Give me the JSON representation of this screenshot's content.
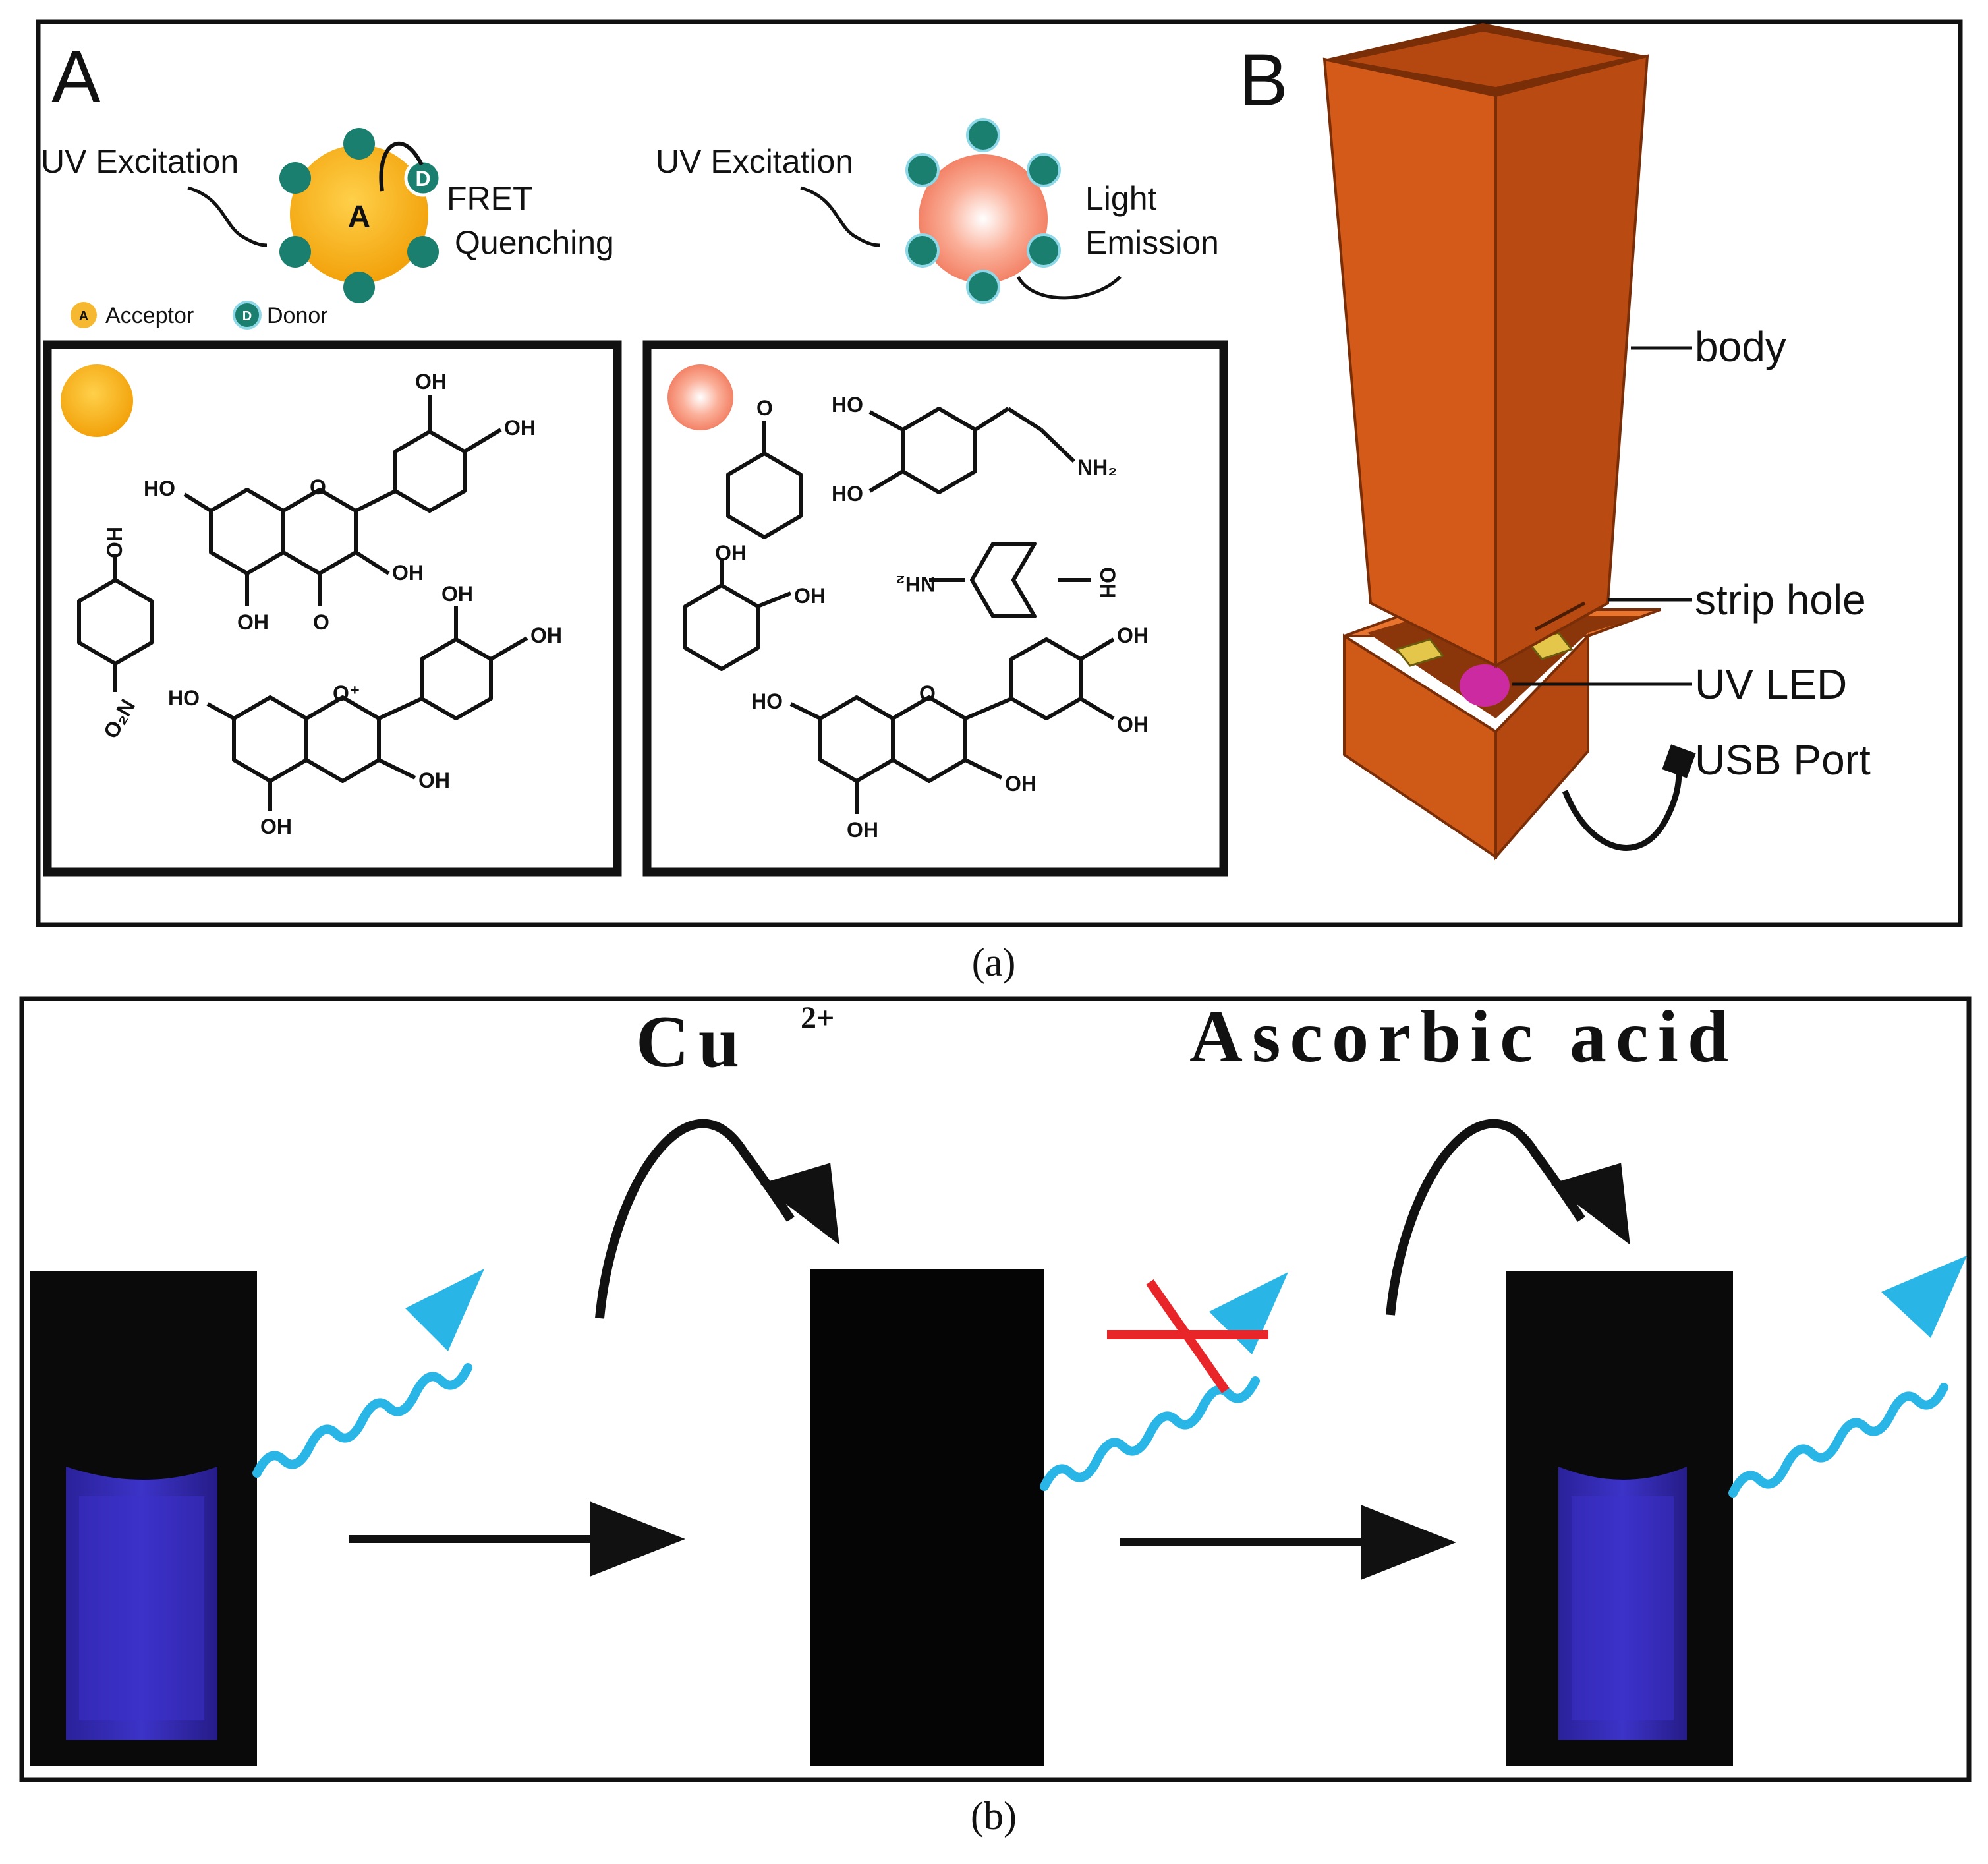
{
  "figure": {
    "subcaption_a": "(a)",
    "subcaption_b": "(b)",
    "panel_A": {
      "letter": "A",
      "left_diagram": {
        "excitation_label": "UV Excitation",
        "center_label": "A",
        "donor_label": "D",
        "result_line1": "FRET",
        "result_line2": "Quenching"
      },
      "right_diagram": {
        "excitation_label": "UV Excitation",
        "result_line1": "Light",
        "result_line2": "Emission"
      },
      "legend": {
        "acceptor_letter": "A",
        "acceptor_label": "Acceptor",
        "donor_letter": "D",
        "donor_label": "Donor"
      },
      "left_box_labels": {
        "q_oh1": "OH",
        "q_oh2": "OH",
        "q_ho": "HO",
        "q_o_ring": "O",
        "q_oh3": "OH",
        "q_oh4": "OH",
        "q_o_keto": "O",
        "np_oh": "OH",
        "np_no2": "O₂N",
        "c_oh1": "OH",
        "c_oh2": "OH",
        "c_ho": "HO",
        "c_o_plus": "O⁺",
        "c_oh3": "OH",
        "c_oh4": "OH"
      },
      "right_box_labels": {
        "ph_o": "O",
        "do_ho1": "HO",
        "do_ho2": "HO",
        "do_nh2": "NH₂",
        "ca_oh1": "OH",
        "ca_oh2": "OH",
        "ap_nh2": "NH₂",
        "ap_oh": "OH",
        "ec_ho": "HO",
        "ec_o": "O",
        "ec_oh1": "OH",
        "ec_oh2": "OH",
        "ec_oh3": "OH",
        "ec_oh4": "OH"
      }
    },
    "panel_B": {
      "letter": "B",
      "labels": {
        "body": "body",
        "strip_hole": "strip hole",
        "uv_led": "UV LED",
        "usb_port": "USB Port"
      }
    },
    "panel_b": {
      "reagent_1": "Cu",
      "reagent_1_charge": "2+",
      "reagent_2": "Ascorbic  acid"
    },
    "colors": {
      "device_orange": "#d2581a",
      "acceptor_orange": "#f5a50c",
      "emitter_salmon": "#f38a6c",
      "donor_teal": "#1a7f6e",
      "emission_cyan": "#29b6e6",
      "vial_blue": "#2d23b5",
      "block_red": "#e8262a",
      "led_magenta": "#cc2aa0"
    }
  }
}
